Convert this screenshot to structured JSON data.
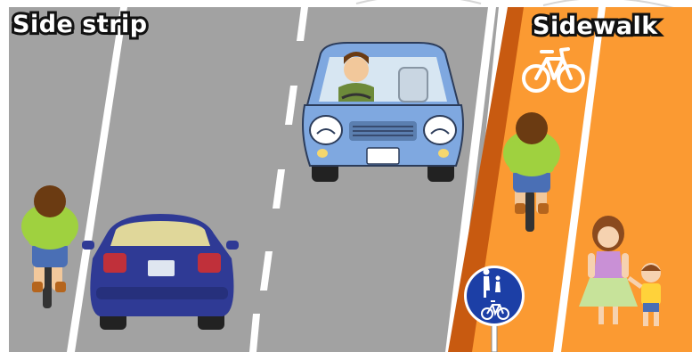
{
  "labels": {
    "side_strip": "Side strip",
    "sidewalk": "Sidewalk"
  },
  "colors": {
    "road": "#a2a2a2",
    "lane_line": "#ffffff",
    "sidewalk": "#fb9a32",
    "curb": "#c85a10",
    "sign_blue": "#1c3fa6",
    "car_front": "#7fa8e0",
    "car_rear": "#2f3a95"
  },
  "icons": {
    "bicycle_marking": "bicycle-icon",
    "road_sign": "pedestrian-and-bicycle-sign"
  }
}
